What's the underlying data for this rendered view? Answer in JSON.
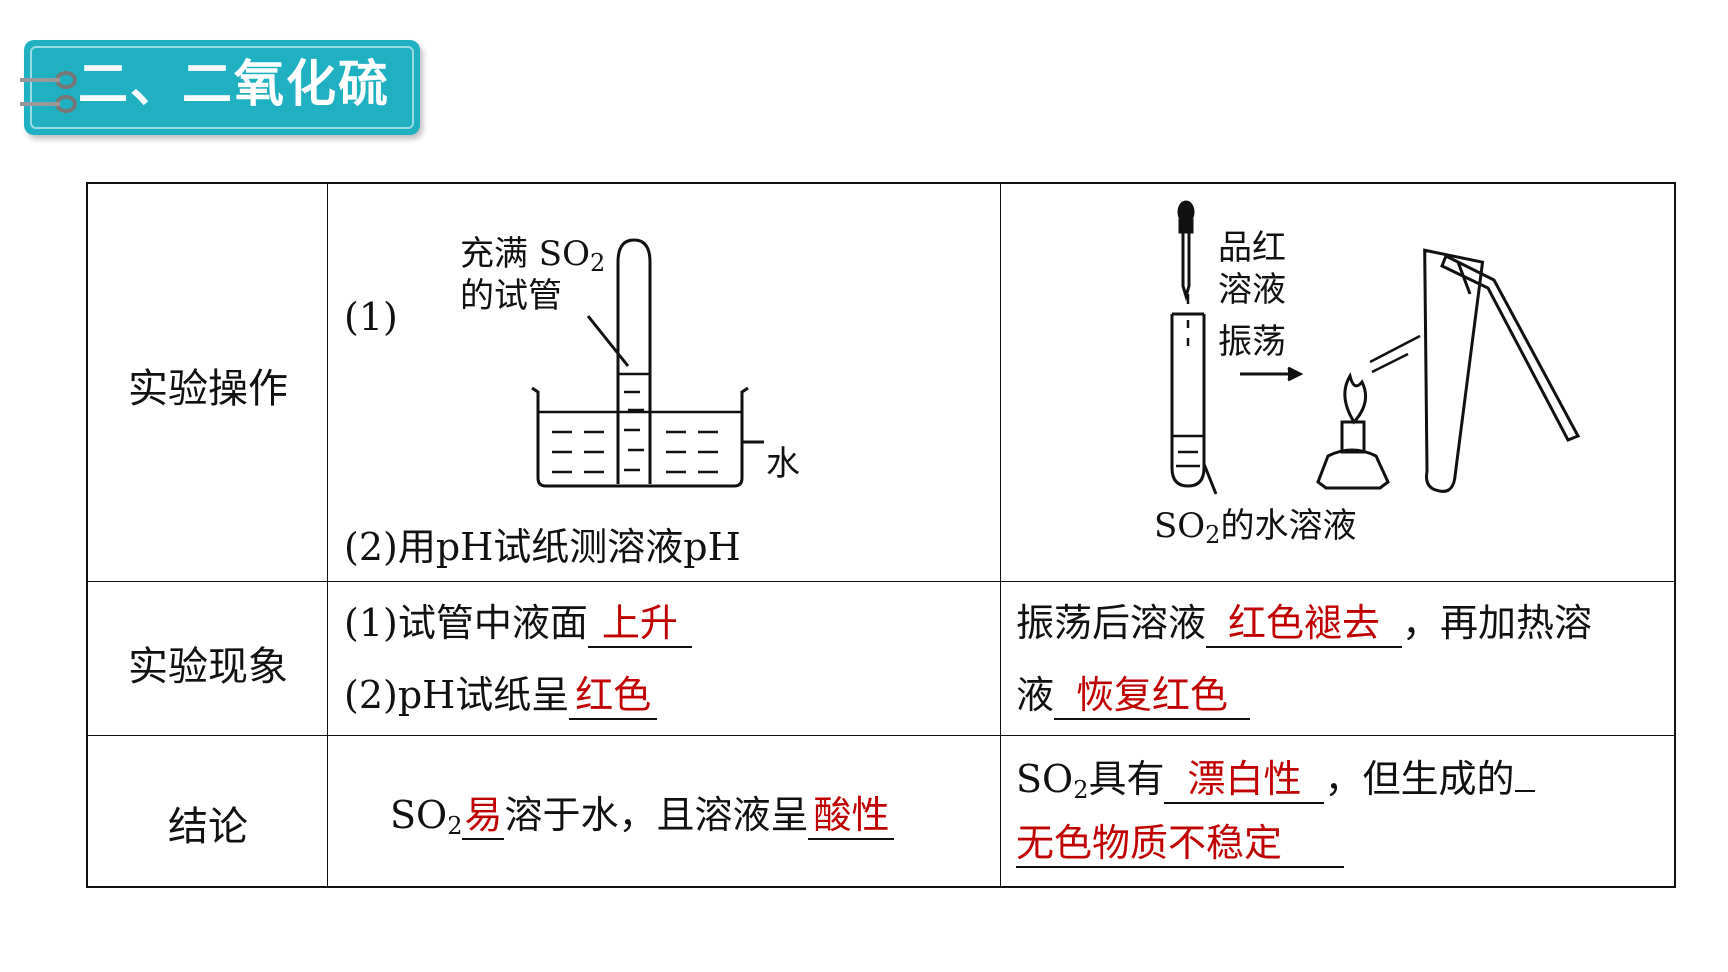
{
  "title": "二、二氧化硫",
  "rows": {
    "operation": {
      "header": "实验操作",
      "left": {
        "step1": "(1)",
        "tube_label_line1": "充满 SO",
        "tube_label_sub": "2",
        "tube_label_line2": "的试管",
        "water_label": "水",
        "step2": "(2)用pH试纸测溶液pH"
      },
      "right": {
        "reagent_line1": "品红",
        "reagent_line2": "溶液",
        "shake_label": "振荡",
        "solution_prefix": "SO",
        "solution_sub": "2",
        "solution_suffix": "的水溶液"
      }
    },
    "phenomenon": {
      "header": "实验现象",
      "left": {
        "line1_prefix": "(1)试管中液面",
        "line1_answer": "上升",
        "line2_prefix": "(2)pH试纸呈",
        "line2_answer": "红色"
      },
      "right": {
        "line1_prefix": "振荡后溶液",
        "line1_answer": "红色褪去",
        "line1_suffix": "，再加热溶",
        "line2_prefix": "液",
        "line2_answer": "恢复红色"
      }
    },
    "conclusion": {
      "header": "结论",
      "left": {
        "prefix": "SO",
        "sub": "2",
        "answer1": "易",
        "middle": "溶于水，且溶液呈",
        "answer2": "酸性"
      },
      "right": {
        "prefix": "SO",
        "sub": "2",
        "text1": "具有",
        "answer1": "漂白性",
        "text2": "，但生成的",
        "answer2": "无色物质不稳定"
      }
    }
  },
  "colors": {
    "banner": "#1fb0c1",
    "answer": "#c00000"
  }
}
